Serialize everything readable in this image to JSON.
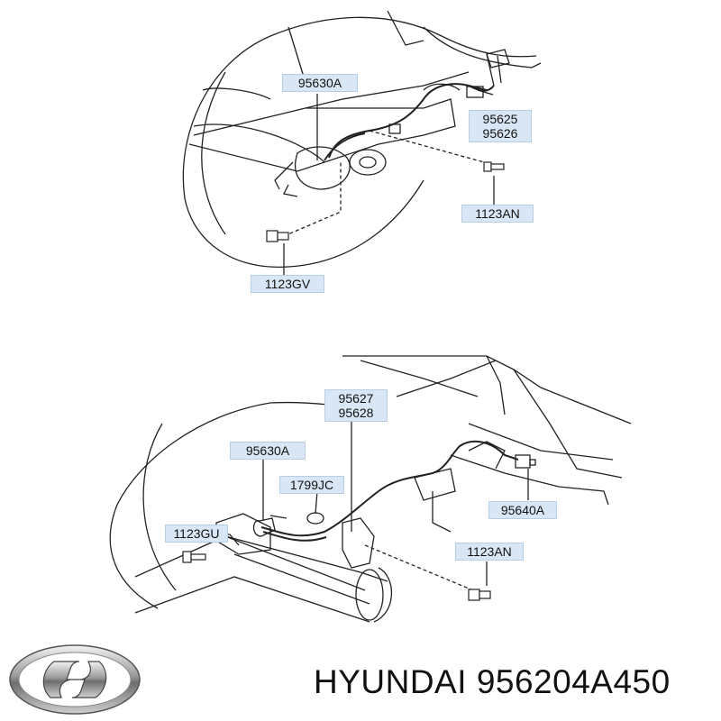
{
  "top_callouts": {
    "c1": "95630A",
    "c2a": "95625",
    "c2b": "95626",
    "c3": "1123AN",
    "c4": "1123GV"
  },
  "bottom_callouts": {
    "c1a": "95627",
    "c1b": "95628",
    "c2": "95630A",
    "c3": "1799JC",
    "c4": "1123GU",
    "c5": "95640A",
    "c6": "1123AN"
  },
  "footer": {
    "brand": "HYUNDAI",
    "part_number": "956204A450",
    "logo_icon": "hyundai-logo-icon"
  },
  "colors": {
    "callout_bg": "#d9e6f5",
    "line": "#222222"
  }
}
